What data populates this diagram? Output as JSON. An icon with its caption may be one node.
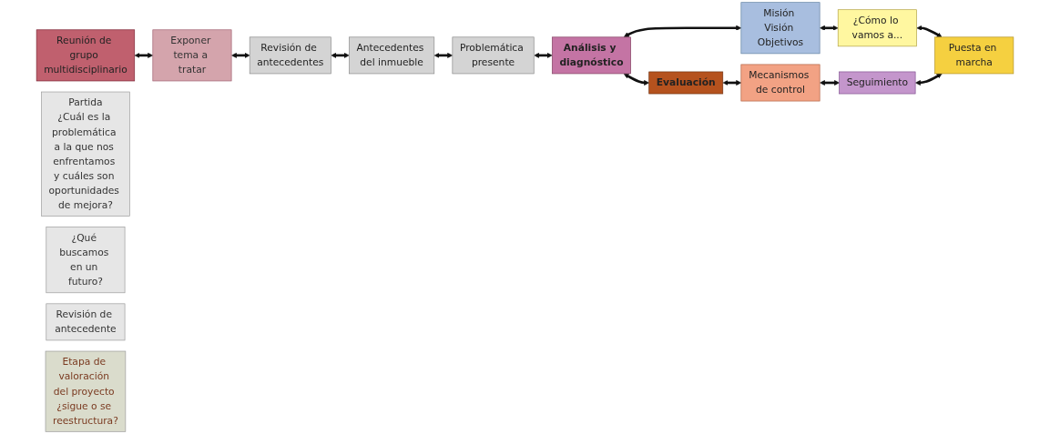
{
  "diagram": {
    "nodes": [
      {
        "text": [
          "Reunión de grupo multidisciplinario"
        ]
      },
      {
        "text": [
          "Partida",
          "¿Cuál es la problemática a la que nos enfrentamos y cuáles son oportunidades de mejora?"
        ]
      },
      {
        "text": [
          "¿Qué buscamos en un futuro?"
        ]
      },
      {
        "text": [
          "Revisión de antecedente"
        ]
      },
      {
        "text": [
          "Exponer tema a tratar"
        ]
      },
      {
        "text": [
          "Revisión de antecedentes"
        ]
      },
      {
        "text": [
          "Antecedentes del inmueble"
        ]
      },
      {
        "text": [
          "Problemática presente"
        ]
      },
      {
        "text": [
          "Análisis y diagnóstico"
        ]
      },
      {
        "text": [
          "Misión Visión Objetivos"
        ]
      },
      {
        "text": [
          "¿Cómo lo vamos a..."
        ]
      },
      {
        "text": [
          "Puesta en marcha"
        ]
      },
      {
        "text": [
          "Evaluación"
        ]
      },
      {
        "text": [
          "Mecanismos de control"
        ]
      },
      {
        "text": [
          "Seguimiento"
        ]
      },
      {
        "text": [
          "Etapa de valoración del proyecto ¿sigue o se reestructura?"
        ]
      }
    ],
    "edges": [
      {
        "from": 0,
        "to": 4,
        "arrow": "both"
      },
      {
        "from": 4,
        "to": 5,
        "arrow": "both"
      },
      {
        "from": 5,
        "to": 6,
        "arrow": "both"
      },
      {
        "from": 6,
        "to": 7,
        "arrow": "both"
      },
      {
        "from": 7,
        "to": 8,
        "arrow": "both"
      },
      {
        "from": 8,
        "to": 9,
        "arrow": "both"
      },
      {
        "from": 9,
        "to": 10,
        "arrow": "both"
      },
      {
        "from": 10,
        "to": 11,
        "arrow": "both"
      },
      {
        "from": 14,
        "to": 11,
        "arrow": "both"
      },
      {
        "from": 13,
        "to": 14,
        "arrow": "both"
      },
      {
        "from": 12,
        "to": 13,
        "arrow": "both"
      },
      {
        "from": 8,
        "to": 12,
        "arrow": "both"
      }
    ]
  }
}
